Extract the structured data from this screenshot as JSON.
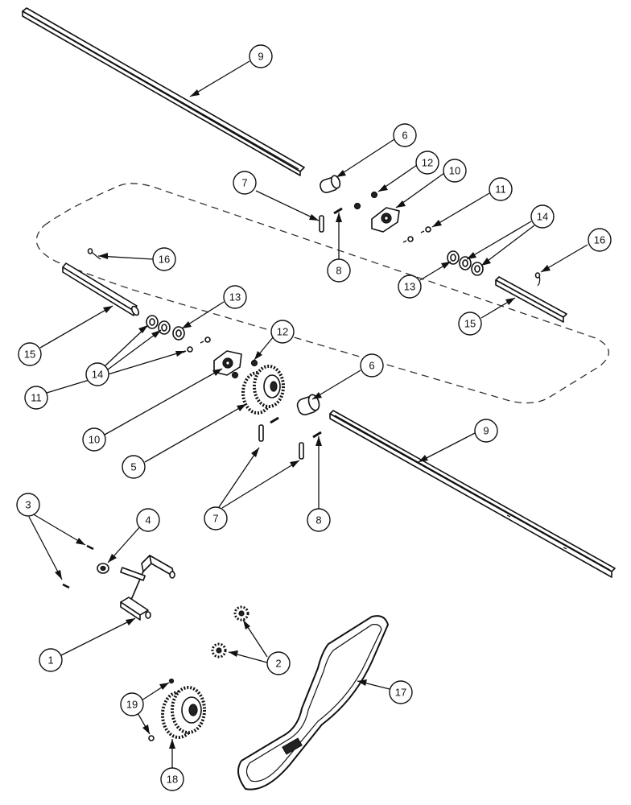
{
  "callouts": [
    {
      "id": "c9-top",
      "label": "9"
    },
    {
      "id": "c6-top",
      "label": "6"
    },
    {
      "id": "c12-top",
      "label": "12"
    },
    {
      "id": "c10-top",
      "label": "10"
    },
    {
      "id": "c7-top",
      "label": "7"
    },
    {
      "id": "c11-top",
      "label": "11"
    },
    {
      "id": "c8-top",
      "label": "8"
    },
    {
      "id": "c14-right",
      "label": "14"
    },
    {
      "id": "c16-right",
      "label": "16"
    },
    {
      "id": "c13-right",
      "label": "13"
    },
    {
      "id": "c15-right",
      "label": "15"
    },
    {
      "id": "c16-left",
      "label": "16"
    },
    {
      "id": "c15-left",
      "label": "15"
    },
    {
      "id": "c13-left",
      "label": "13"
    },
    {
      "id": "c14-left",
      "label": "14"
    },
    {
      "id": "c12-mid",
      "label": "12"
    },
    {
      "id": "c11-left",
      "label": "11"
    },
    {
      "id": "c10-left",
      "label": "10"
    },
    {
      "id": "c6-mid",
      "label": "6"
    },
    {
      "id": "c9-bottom",
      "label": "9"
    },
    {
      "id": "c5",
      "label": "5"
    },
    {
      "id": "c7-bottom",
      "label": "7"
    },
    {
      "id": "c8-bottom",
      "label": "8"
    },
    {
      "id": "c3",
      "label": "3"
    },
    {
      "id": "c4",
      "label": "4"
    },
    {
      "id": "c1",
      "label": "1"
    },
    {
      "id": "c2",
      "label": "2"
    },
    {
      "id": "c17",
      "label": "17"
    },
    {
      "id": "c19",
      "label": "19"
    },
    {
      "id": "c18",
      "label": "18"
    }
  ]
}
